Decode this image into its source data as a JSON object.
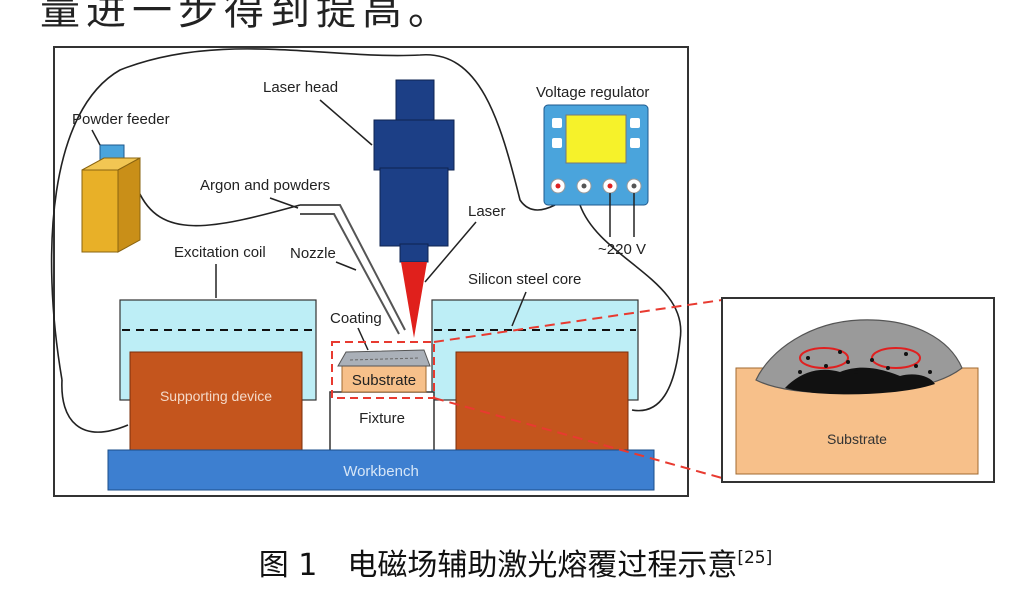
{
  "top_text": "量进一步得到提高。",
  "labels": {
    "powder_feeder": "Powder feeder",
    "laser_head": "Laser head",
    "voltage_regulator": "Voltage regulator",
    "argon_and_powders": "Argon and powders",
    "laser": "Laser",
    "excitation_coil": "Excitation coil",
    "nozzle": "Nozzle",
    "silicon_steel_core": "Silicon steel core",
    "voltage": "~220 V",
    "coating": "Coating",
    "supporting_device": "Supporting device",
    "substrate": "Substrate",
    "fixture": "Fixture",
    "workbench": "Workbench",
    "inset_substrate": "Substrate"
  },
  "caption": {
    "main": "图 1　电磁场辅助激光熔覆过程示意",
    "ref": "[25]"
  },
  "colors": {
    "cyan": "#bdeef6",
    "orange_block": "#c4551d",
    "workbench": "#3d7fd0",
    "laser_head": "#1c3f86",
    "laser_beam": "#e0201c",
    "feeder": "#e8b028",
    "regulator": "#4aa4dc",
    "regulator_screen": "#f6f22a",
    "substrate": "#f7c08a",
    "dashed_red": "#e83a30",
    "pool_gray": "#9a9a9a"
  }
}
